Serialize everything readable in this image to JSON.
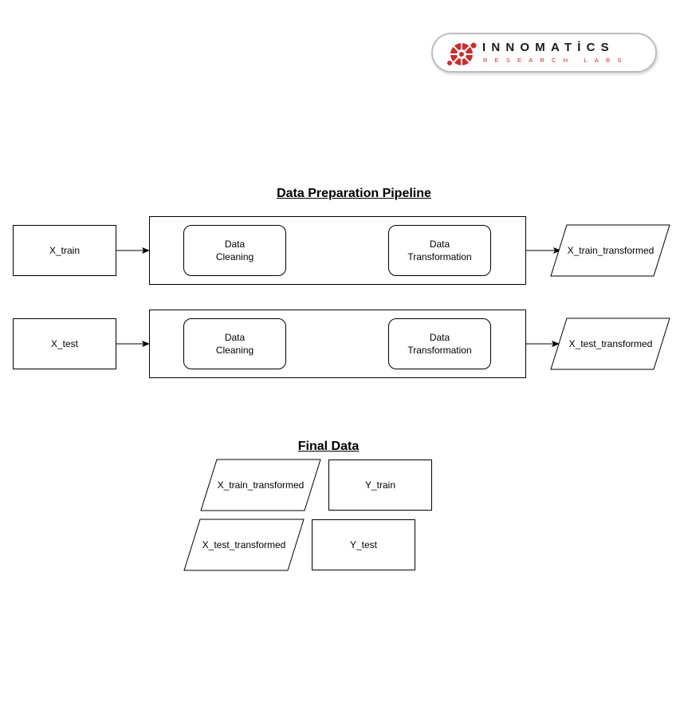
{
  "logo": {
    "name": "INNOMATİCS",
    "sub": "RESEARCH LABS",
    "color_primary": "#d12a2a",
    "color_text": "#1a1a1a"
  },
  "pipeline": {
    "title": "Data Preparation Pipeline",
    "rows": [
      {
        "input": "X_train",
        "step1": "Data\nCleaning",
        "step2": "Data\nTransformation",
        "output": "X_train_transformed"
      },
      {
        "input": "X_test",
        "step1": "Data\nCleaning",
        "step2": "Data\nTransformation",
        "output": "X_test_transformed"
      }
    ]
  },
  "final": {
    "title": "Final Data",
    "items": [
      {
        "x_label": "X_train_transformed",
        "y_label": "Y_train"
      },
      {
        "x_label": "X_test_transformed",
        "y_label": "Y_test"
      }
    ]
  }
}
